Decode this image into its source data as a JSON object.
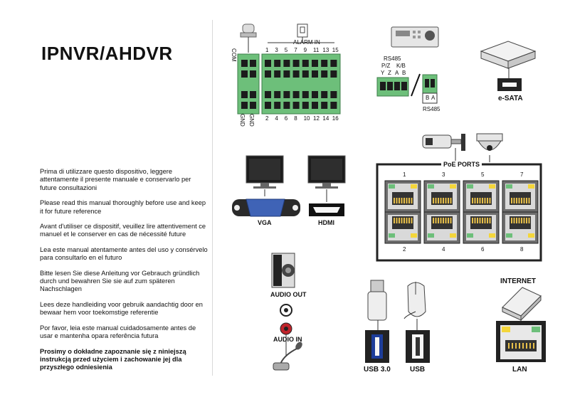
{
  "title": "IPNVR/AHDVR",
  "notes": [
    "Prima di utilizzare questo dispositivo, leggere attentamente il presente manuale e conservarlo per future consultazioni",
    "Please read this manual thoroughly before use and keep it for future reference",
    "Avant d'utiliser ce dispositif, veuillez lire attentivement ce manuel et le conserver en cas de nécessité future",
    "Lea este manual atentamente antes del uso y consérvelo para consultarlo en el futuro",
    "Bitte lesen Sie diese Anleitung vor Gebrauch gründlich durch und bewahren Sie sie auf zum späteren Nachschlagen",
    "Lees deze handleiding voor gebruik aandachtig door en bewaar hem voor toekomstige referentie",
    "Por favor, leia este manual cuidadosamente antes de usar e mantenha opara referência futura",
    "Prosimy o dokładne zapoznanie się z niniejszą instrukcją przed użyciem i zachowanie jej dla przyszłego odniesienia"
  ],
  "alarm": {
    "com": "COM",
    "gnd": "GND",
    "in_label": "ALARM IN",
    "top_numbers": [
      "1",
      "3",
      "5",
      "7",
      "9",
      "11",
      "13",
      "15"
    ],
    "bottom_numbers": [
      "2",
      "4",
      "6",
      "8",
      "10",
      "12",
      "14",
      "16"
    ]
  },
  "rs485": {
    "label": "RS485",
    "pz": "P/Z",
    "kb": "K/B",
    "pins": [
      "Y",
      "Z",
      "A",
      "B"
    ],
    "b": "B",
    "a": "A",
    "label2": "RS485"
  },
  "esata": {
    "label": "e-SATA"
  },
  "video": {
    "vga": "VGA",
    "hdmi": "HDMI"
  },
  "poe": {
    "label": "PoE PORTS",
    "top_numbers": [
      "1",
      "3",
      "5",
      "7"
    ],
    "bottom_numbers": [
      "2",
      "4",
      "6",
      "8"
    ]
  },
  "audio": {
    "out": "AUDIO OUT",
    "in": "AUDIO IN"
  },
  "usb": {
    "usb3": "USB 3.0",
    "usb": "USB"
  },
  "lan": {
    "internet": "INTERNET",
    "lan": "LAN"
  },
  "colors": {
    "terminal_green": "#6dbf7a",
    "poe_yellow": "#f4d63a",
    "audio_red": "#c0242b"
  }
}
